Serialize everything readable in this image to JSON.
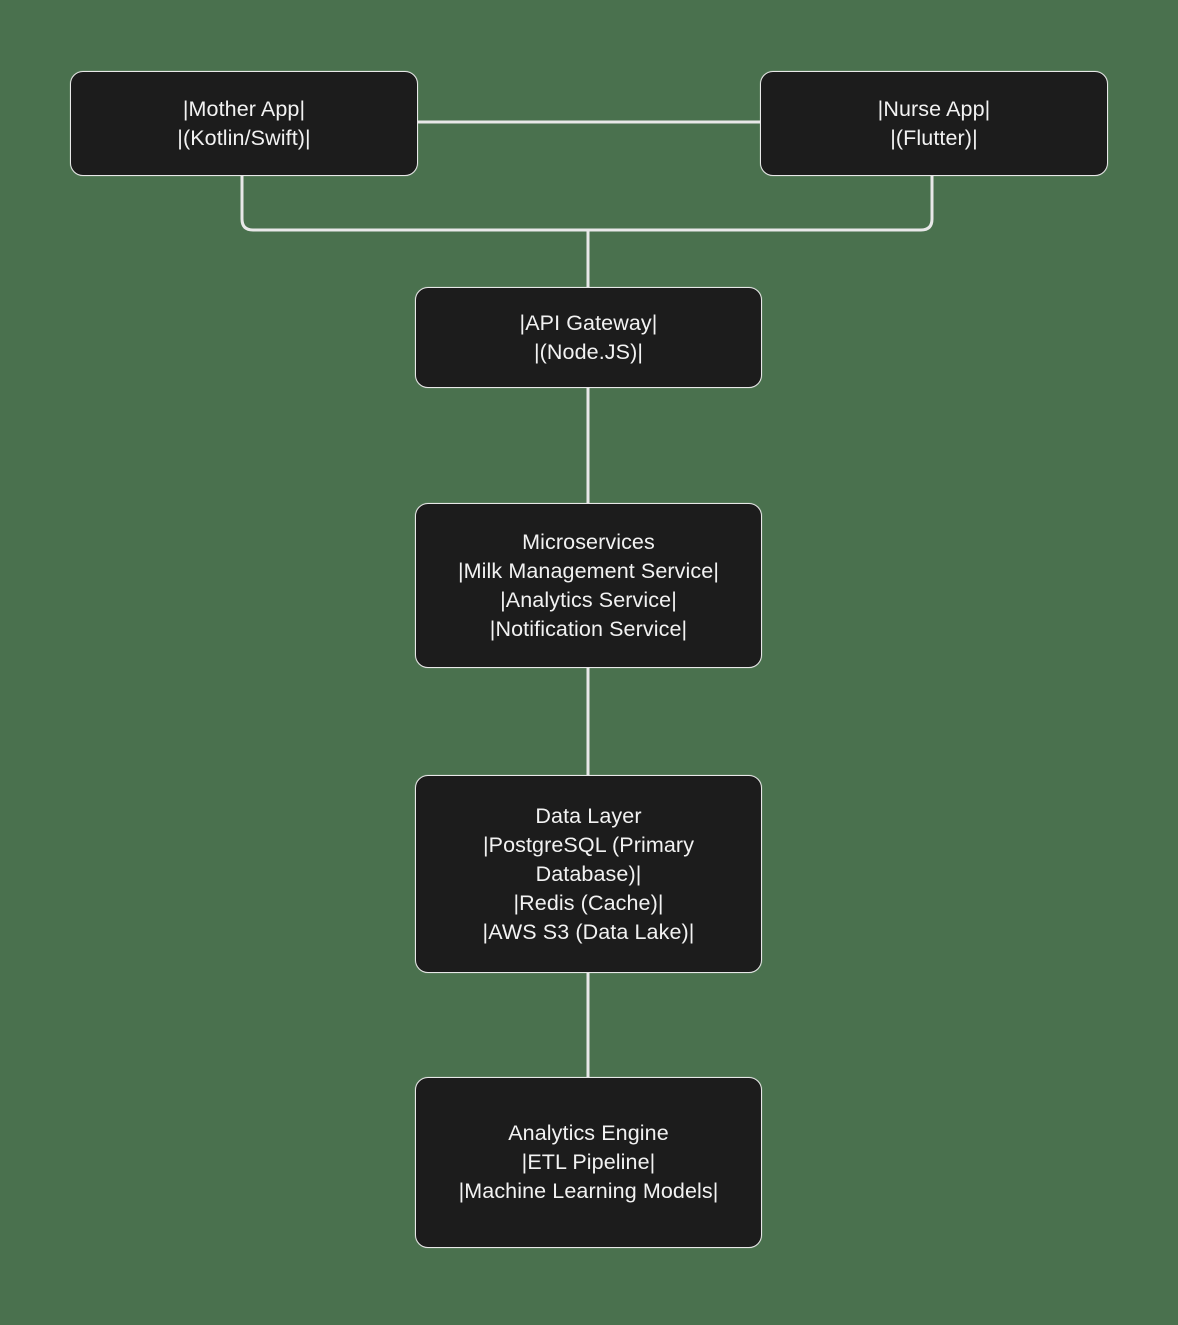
{
  "diagram": {
    "type": "flowchart",
    "direction": "top-down",
    "background_color": "#4a714e",
    "node_fill_color": "#1c1c1c",
    "node_border_color": "#e8e8e8",
    "node_text_color": "#f2f2f2",
    "edge_color": "#e8e8e8",
    "nodes": [
      {
        "id": "mother-app",
        "lines": [
          "|Mother App|",
          "|(Kotlin/Swift)|"
        ]
      },
      {
        "id": "nurse-app",
        "lines": [
          "|Nurse App|",
          "|(Flutter)|"
        ]
      },
      {
        "id": "api-gateway",
        "lines": [
          "|API Gateway|",
          "|(Node.JS)|"
        ]
      },
      {
        "id": "microservices",
        "lines": [
          "Microservices",
          "|Milk Management Service|",
          "|Analytics Service|",
          "|Notification Service|"
        ]
      },
      {
        "id": "data-layer",
        "lines": [
          "Data Layer",
          "|PostgreSQL (Primary Database)|",
          "|Redis (Cache)|",
          "|AWS S3 (Data Lake)|"
        ]
      },
      {
        "id": "analytics-engine",
        "lines": [
          "Analytics Engine",
          "|ETL Pipeline|",
          "|Machine Learning Models|"
        ]
      }
    ],
    "edges": [
      {
        "id": "mother-app-to-nurse-app",
        "from": "mother-app",
        "to": "nurse-app"
      },
      {
        "id": "mother-app-to-api-gateway",
        "from": "mother-app",
        "to": "api-gateway"
      },
      {
        "id": "nurse-app-to-api-gateway",
        "from": "nurse-app",
        "to": "api-gateway"
      },
      {
        "id": "api-gateway-to-microservices",
        "from": "api-gateway",
        "to": "microservices"
      },
      {
        "id": "microservices-to-data-layer",
        "from": "microservices",
        "to": "data-layer"
      },
      {
        "id": "data-layer-to-analytics-engine",
        "from": "data-layer",
        "to": "analytics-engine"
      }
    ]
  }
}
